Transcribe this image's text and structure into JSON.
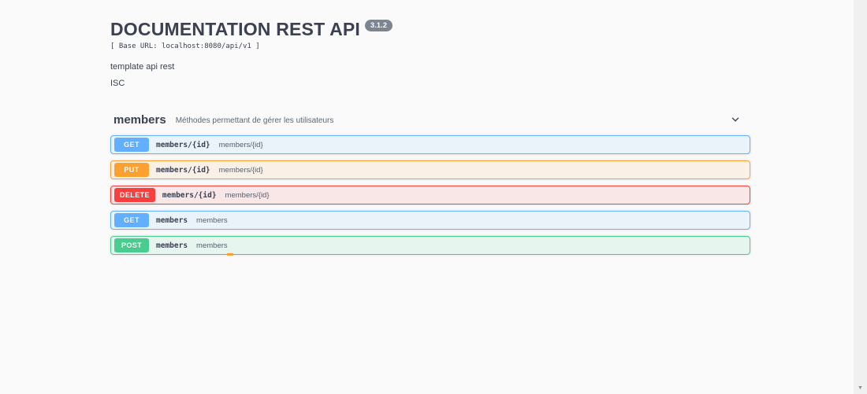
{
  "info": {
    "title": "DOCUMENTATION REST API",
    "version_badge": "3.1.2",
    "base_url_line": "[ Base URL: localhost:8080/api/v1 ]",
    "description": "template api rest",
    "license": "ISC"
  },
  "section": {
    "name": "members",
    "description": "Méthodes permettant de gérer les utilisateurs",
    "chevron_icon": "chevron-down"
  },
  "endpoints": [
    {
      "method": "GET",
      "path": "members/{id}",
      "description": "members/{id}",
      "color": "#61affe"
    },
    {
      "method": "PUT",
      "path": "members/{id}",
      "description": "members/{id}",
      "color": "#fca130"
    },
    {
      "method": "DELETE",
      "path": "members/{id}",
      "description": "members/{id}",
      "color": "#f93e3e"
    },
    {
      "method": "GET",
      "path": "members",
      "description": "members",
      "color": "#61affe"
    },
    {
      "method": "POST",
      "path": "members",
      "description": "members",
      "color": "#49cc90"
    }
  ],
  "colors": {
    "text": "#3b4151",
    "badge_gray": "#7d8492",
    "get": "#61affe",
    "put": "#fca130",
    "delete": "#f93e3e",
    "post": "#49cc90",
    "post_row_marker": "#fca130",
    "background": "#fafafa"
  },
  "scrollbar": {
    "down_arrow_icon": "▼"
  }
}
